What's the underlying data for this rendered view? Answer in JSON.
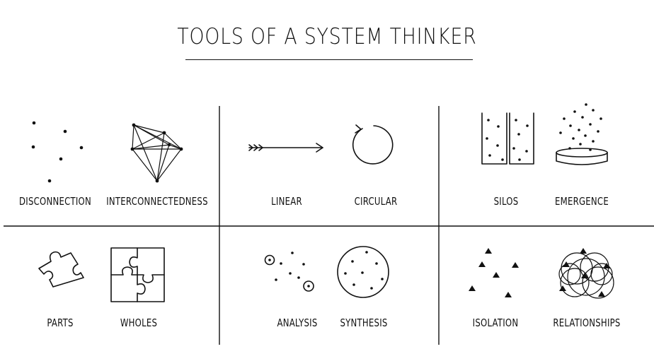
{
  "title": "TOOLS OF A SYSTEM THINKER",
  "pairs": {
    "disconnection": "DISCONNECTION",
    "interconnectedness": "INTERCONNECTEDNESS",
    "linear": "LINEAR",
    "circular": "CIRCULAR",
    "silos": "SILOS",
    "emergence": "EMERGENCE",
    "parts": "PARTS",
    "wholes": "WHOLES",
    "analysis": "ANALYSIS",
    "synthesis": "SYNTHESIS",
    "isolation": "ISOLATION",
    "relationships": "RELATIONSHIPS"
  }
}
